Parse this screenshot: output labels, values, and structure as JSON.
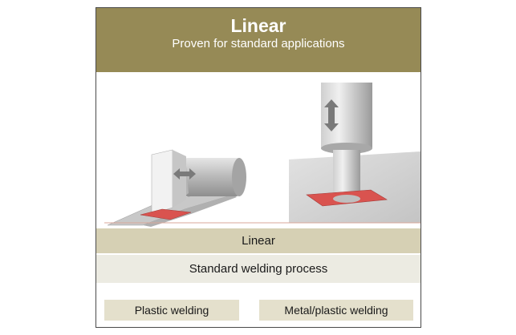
{
  "header": {
    "title": "Linear",
    "subtitle": "Proven for standard applications"
  },
  "bands": {
    "method": "Linear",
    "process": "Standard welding process"
  },
  "applications": [
    "Plastic welding",
    "Metal/plastic welding"
  ],
  "colors": {
    "header_bg": "#968a56",
    "band_light": "#d6d0b4",
    "band_pale": "#ecebe2",
    "weld_patch": "#d9534f"
  },
  "icons": [
    "horizontal-arrow-icon",
    "vertical-arrow-icon"
  ]
}
